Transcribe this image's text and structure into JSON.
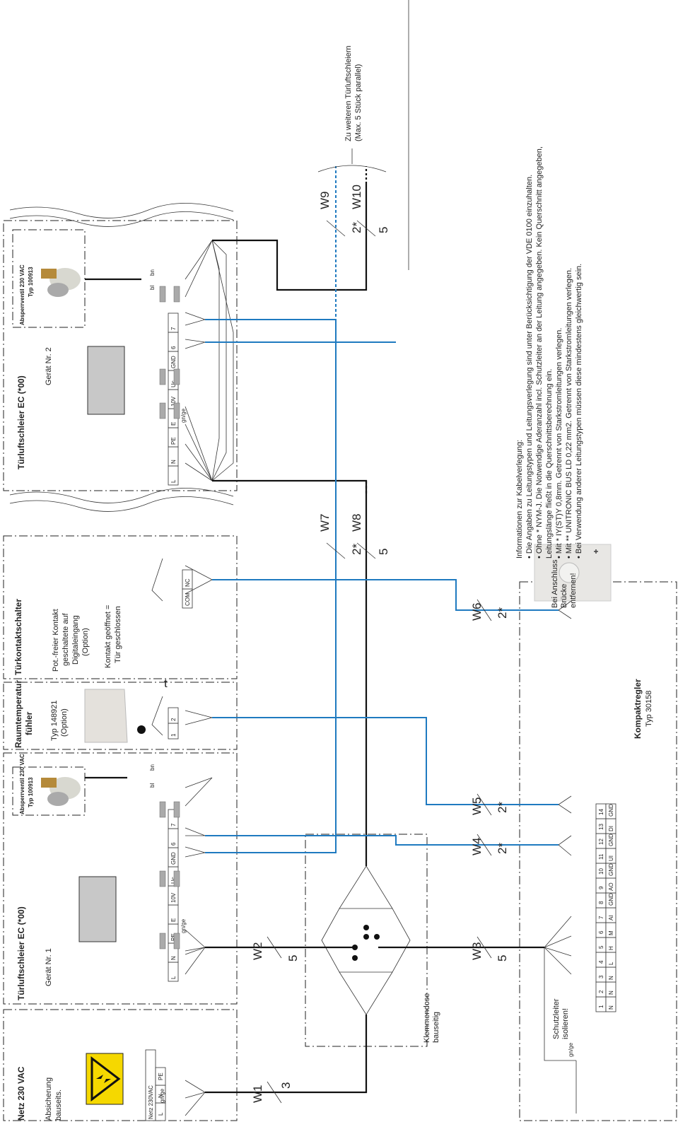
{
  "sections": {
    "netz": {
      "title": "Netz 230 VAC",
      "line1": "Absicherung",
      "line2": "bauseits."
    },
    "tls1": {
      "title": "Türluftschleier EC (*00)",
      "sub": "Gerät Nr. 1"
    },
    "tls2": {
      "title": "Türluftschleier EC (*00)",
      "sub": "Gerät Nr. 2"
    },
    "ventil1": {
      "title": "Absperrventil 230 VAC",
      "sub": "Typ 100913"
    },
    "ventil2": {
      "title": "Absperrventil 230 VAC",
      "sub": "Typ 100913"
    },
    "raumtemp": {
      "title1": "Raumtemperatur",
      "title2": "fühler",
      "line1": "Typ 148921",
      "line2": "(Option)",
      "sensor": "t"
    },
    "tuerkontakt": {
      "title": "Türkontaktschalter",
      "l1": "Pot.-freier Kontakt",
      "l2": "geschaltete auf",
      "l3": "Digitaleingang",
      "l4": "(Option)",
      "l5": "Kontakt geöffnet =",
      "l6": "Tür geschlossen"
    },
    "klemmendose": {
      "l1": "Klemmendose",
      "l2": "bauseitig"
    },
    "kompakt": {
      "title": "Kompaktregler",
      "sub": "Typ 30158"
    }
  },
  "netz_terminals": {
    "header": "Netz 230VAC",
    "labels": [
      "L",
      "N",
      "PE"
    ]
  },
  "tls_terminals": [
    "L",
    "N",
    "PE",
    "E",
    "10V",
    "Uc",
    "GND",
    "6",
    "7"
  ],
  "raum_terminals": [
    "1",
    "2"
  ],
  "kontakt_terminals": [
    "COM",
    "NC"
  ],
  "regler_terminals": {
    "numbers": [
      "1",
      "2",
      "3",
      "4",
      "5",
      "6",
      "7",
      "8",
      "9",
      "10",
      "11",
      "12",
      "13",
      "14"
    ],
    "labels": [
      "N",
      "N",
      "N",
      "L",
      "H",
      "M",
      "AI",
      "GND",
      "AO",
      "GND",
      "UI",
      "GND",
      "DI",
      "GND"
    ]
  },
  "wire_labels": {
    "bl": "bl",
    "bn": "bn",
    "gnge": "gn/ge"
  },
  "cables": {
    "W1": {
      "name": "W1",
      "count": "3"
    },
    "W2": {
      "name": "W2",
      "count": "5"
    },
    "W3": {
      "name": "W3",
      "count": "5"
    },
    "W4": {
      "name": "W4",
      "count": "2*"
    },
    "W5": {
      "name": "W5",
      "count": "2*"
    },
    "W6": {
      "name": "W6",
      "count": "2*"
    },
    "W7": {
      "name": "W7",
      "count": "2*"
    },
    "W8": {
      "name": "W8",
      "count": "5"
    },
    "W9": {
      "name": "W9",
      "count": "2*"
    },
    "W10": {
      "name": "W10",
      "count": "5"
    }
  },
  "notes": {
    "bruecke1": "Bei Anschluss",
    "bruecke2": "Brücke",
    "bruecke3": "entfernen!",
    "schutz1": "Schutzleiter",
    "schutz2": "isolieren!",
    "weitere1": "Zu weiteren Türluftschleiern",
    "weitere2": "(Max. 5 Stück parallel)"
  },
  "info": [
    "Informationen zur Kabelverlegung:",
    "• Die Angaben zu Leitungstypen und Leitungsverlegung sind unter Berücksichtigung der VDE 0100 einzuhalten.",
    "• Ohne * NYM-J. Die Notwendige Aderanzahl incl. Schutzleiter an der Leitung angegeben. Kein Querschnitt angegeben,",
    "Leitungslänge fließt in die Querschnittsberechnung ein.",
    "• Mit * IY(ST)Y 0,8mm. Getrennt von Starkstromleitungen verlegen.",
    "• Mit ** UNITRONIC BUS LD 0,22 mm2. Getrennt von Starkstromleitungen verlegen.",
    "• Bei Verwendung anderer Leitungstypen müssen diese mindestens gleichwertig sein."
  ]
}
